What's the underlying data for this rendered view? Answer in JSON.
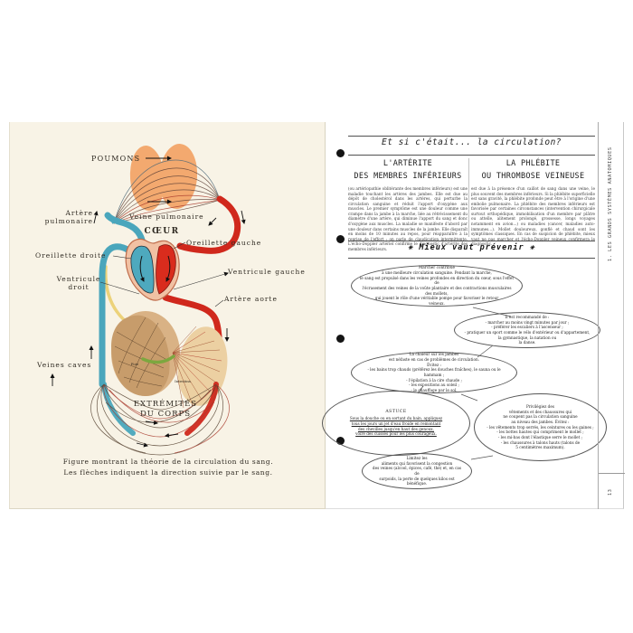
{
  "left_page": {
    "labels": {
      "poumons": "POUMONS",
      "artere_pulmonaire": [
        "Artère",
        "pulmonaire"
      ],
      "veine_pulmonaire": "Veine pulmonaire",
      "coeur": "CŒUR",
      "oreillette_gauche": "Oreillette gauche",
      "oreillette_droite": "Oreillette droite",
      "ventricule_gauche": "Ventricule gauche",
      "ventricule_droit": [
        "Ventricule",
        "droit"
      ],
      "artere_aorte": "Artère aorte",
      "veines_caves": "Veines caves",
      "foie": "Foie",
      "intestins": "Intestins",
      "extremites": [
        "EXTRÉMITÉS",
        "DU CORPS"
      ]
    },
    "caption": [
      "Figure montrant la théorie de la circulation du sang.",
      "Les flèches indiquent la direction suivie par le sang."
    ],
    "colors": {
      "artery_red": "#d0281c",
      "vein_blue": "#4aa6bc",
      "lung_peach": "#f3a96f",
      "liver_brown": "#c79c6b",
      "paper_cream": "#f8f3e6"
    }
  },
  "right_page": {
    "title": "Et si c'était... la circulation?",
    "articles": [
      {
        "heading": [
          "L'ARTÉRITE",
          "DES MEMBRES INFÉRIEURS"
        ],
        "body": "(ou artériopathie oblitérante des membres inférieurs) est une maladie touchant les artères des jambes. Elle est due au dépôt de cholestérol dans les artères, qui perturbe la circulation sanguine et réduit l'apport d'oxygène aux muscles. Le premier symptôme est une douleur comme une crampe dans la jambe à la marche, liée au rétrécissement du diamètre d'une artère, qui diminue l'apport du sang et donc d'oxygène aux muscles. La maladie se manifeste d'abord par une douleur dans certains muscles de la jambe. Elle disparaît en moins de 10 minutes au repos, pour réapparaître à la reprise de l'effort : on parle de claudication intermittente. L'écho-Doppler artériel confirme le diagnostic d'artérite des membres inférieurs."
      },
      {
        "heading": [
          "LA PHLÉBITE",
          "OU THROMBOSE VEINEUSE"
        ],
        "body": "est due à la présence d'un caillot de sang dans une veine, le plus souvent des membres inférieurs. Si la phlébite superficielle est sans gravité, la phlébite profonde peut être à l'origine d'une embolie pulmonaire. La phlébite des membres inférieurs est favorisée par certaines circonstances (intervention chirurgicale surtout orthopédique, immobilisation d'un membre par plâtre ou attelle, alitement prolongé, grossesse, longs voyages notamment en avion...) ou maladies (cancer, maladies auto-immunes...). Mollet douloureux, gonflé et chaud sont les symptômes classiques. En cas de suspicion de phlébite, mieux vaut ne pas marcher et l'écho-Doppler veineux confirmera le diagnostic."
      }
    ],
    "prevenir_heading": "✳ Mieux vaut prévenir ✳",
    "bubbles": {
      "marcher": [
        "Marcher contribue",
        "à une meilleure circulation sanguine. Pendant la marche,",
        "le sang est propulsé dans les veines profondes en direction du cœur, sous l'effet de",
        "l'écrasement des veines de la voûte plantaire et des contractions musculaires des mollets,",
        "qui jouent le rôle d'une véritable pompe pour favoriser le retour",
        "veineux."
      ],
      "recommande": [
        "Il est recommandé de :",
        "- marcher au moins vingt minutes par jour ;",
        "- préférer les escaliers à l'ascenseur ;",
        "- pratiquer un sport comme le vélo d'extérieur ou d'appartement,",
        "la gymnastique, la natation ou",
        "la danse."
      ],
      "chaleur": [
        "La chaleur sur les jambes",
        "est néfaste en cas de problèmes de circulation.",
        "Évitez :",
        "- les bains trop chauds (préférez les douches fraîches), le sauna ou le hammam ;",
        "- l'épilation à la cire chaude ;",
        "- les expositions au soleil ;",
        "- le chauffage par le sol."
      ],
      "astuce_title": "ASTUCE",
      "astuce": [
        "Sous la douche ou en sortant du bain, appliquez",
        "tous les jours un jet d'eau froide en remontant",
        "des chevilles jusqu'en haut des genoux,",
        "voire des cuisses pour les plus courageux."
      ],
      "vetements": [
        "Privilégiez des",
        "vêtements et des chaussures qui",
        "ne coupent pas la circulation sanguine",
        "au niveau des jambes. Évitez :",
        "- les vêtements trop serrés, les ceintures ou les gaines ;",
        "- les bottes hautes qui compriment le mollet ;",
        "- les mi-bas dont l'élastique serre le mollet ;",
        "- les chaussures à talons hauts (talons de",
        "5 centimètres maximum)."
      ],
      "aliments": [
        "Limitez les",
        "aliments qui favorisent la congestion",
        "des veines (alcool, épices, café, thé) et, en cas de",
        "surpoids, la perte de quelques kilos est",
        "bénéfique."
      ]
    },
    "sidebar_tab": "1. LES GRANDS SYSTÈMES ANATOMIQUES",
    "page_number": "13"
  }
}
